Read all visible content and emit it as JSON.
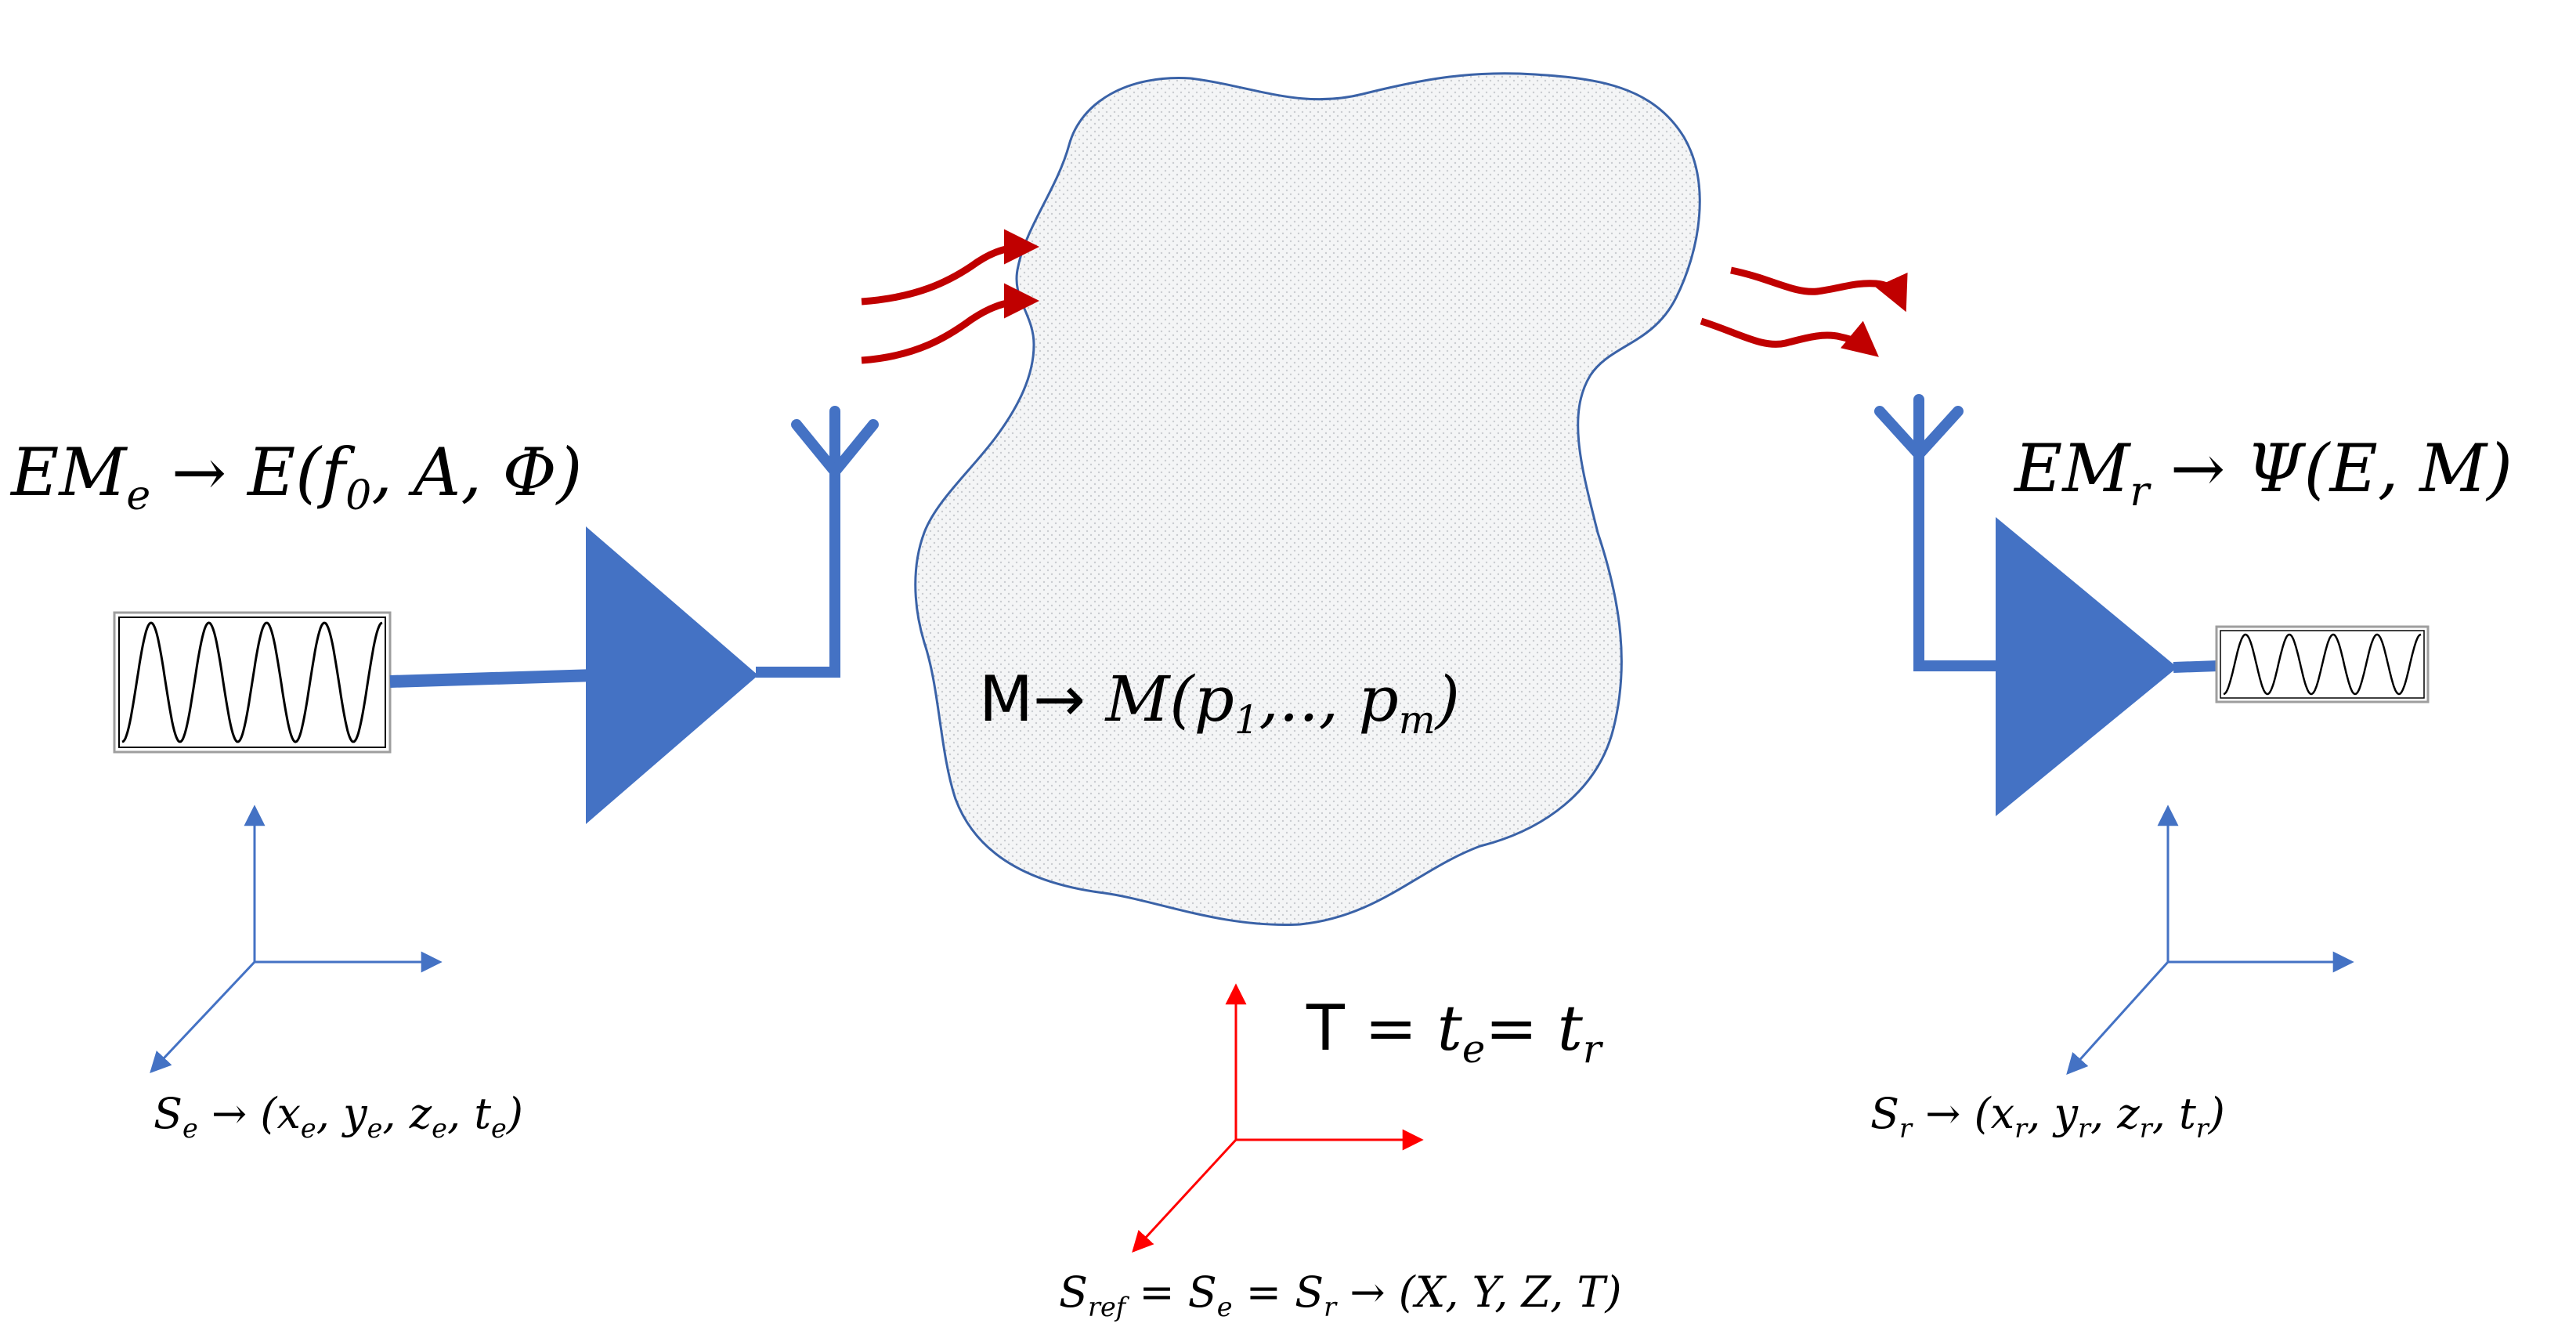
{
  "colors": {
    "blue": "#4472C4",
    "red": "#FF0000",
    "dark_red": "#C00000",
    "blob_outline": "#3A62A7",
    "blob_fill": "#F2F3F4"
  },
  "labels": {
    "em_e": {
      "main": "EM",
      "sub": "e",
      "rest": " → E(",
      "f": "f",
      "f_sub": "0",
      "tail": ", A, Φ)"
    },
    "em_r": {
      "main": "EM",
      "sub": "r",
      "rest": " → Ψ(E, M)"
    },
    "medium": {
      "upright": "M→ ",
      "main": "M(p",
      "p1_sub": "1",
      "mid": ",.., p",
      "pm_sub": "m",
      "tail": ")"
    },
    "time": {
      "upright": "T",
      "eq1": " = t",
      "te_sub": "e",
      "eq2": "= t",
      "tr_sub": "r"
    },
    "s_e": {
      "s": "S",
      "s_sub": "e",
      "arrow": " → (x",
      "x_sub": "e",
      "y": ", y",
      "y_sub": "e",
      "z": ", z",
      "z_sub": "e",
      "t": ", t",
      "t_sub": "e",
      "tail": ")"
    },
    "s_r": {
      "s": "S",
      "s_sub": "r",
      "arrow": " → (x",
      "x_sub": "r",
      "y": ", y",
      "y_sub": "r",
      "z": ", z",
      "z_sub": "r",
      "t": ", t",
      "t_sub": "r",
      "tail": ")"
    },
    "s_ref": {
      "s": "S",
      "s_sub": "ref",
      "eq1": " = S",
      "e_sub": "e",
      "eq2": " = S",
      "r_sub": "r",
      "tail": " → (X, Y, Z, T)"
    }
  },
  "icons": [
    "sine-wave-icon",
    "amplifier-icon",
    "antenna-icon",
    "axes-icon",
    "wave-arrow-icon"
  ]
}
